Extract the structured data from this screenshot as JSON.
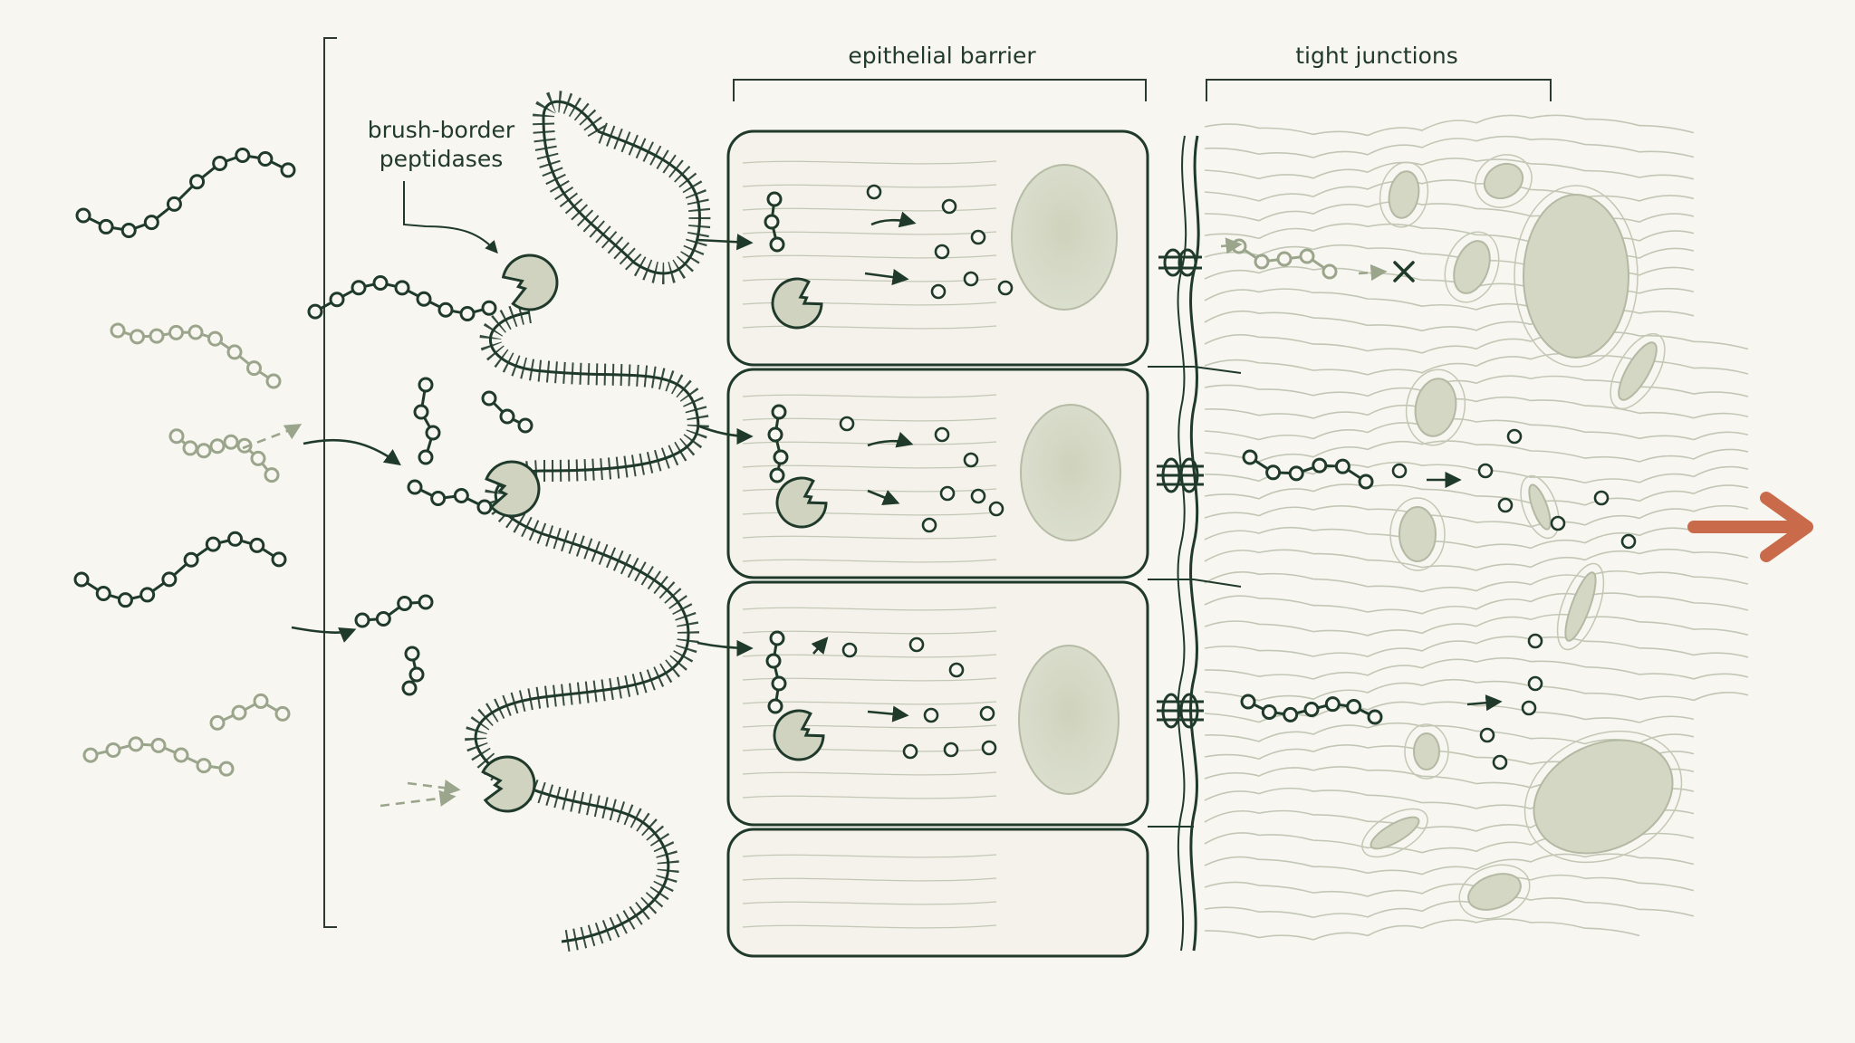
{
  "labels": {
    "brush_border_line1": "brush-border",
    "brush_border_line2": "peptidases",
    "epithelial_barrier": "epithelial barrier",
    "tight_junctions": "tight junctions"
  },
  "colors": {
    "background": "#f8f6f0",
    "ink": "#1f3a2a",
    "faded_ink": "#9aa58c",
    "enzyme_fill": "#cfd3bf",
    "nucleus_fill": "#d6d9c7",
    "tissue_fill": "#c9cfbb",
    "absorption_arrow": "#c96a4a"
  },
  "icons": {
    "blocked_mark": "x-mark-icon",
    "output_arrow": "right-arrow-icon"
  }
}
